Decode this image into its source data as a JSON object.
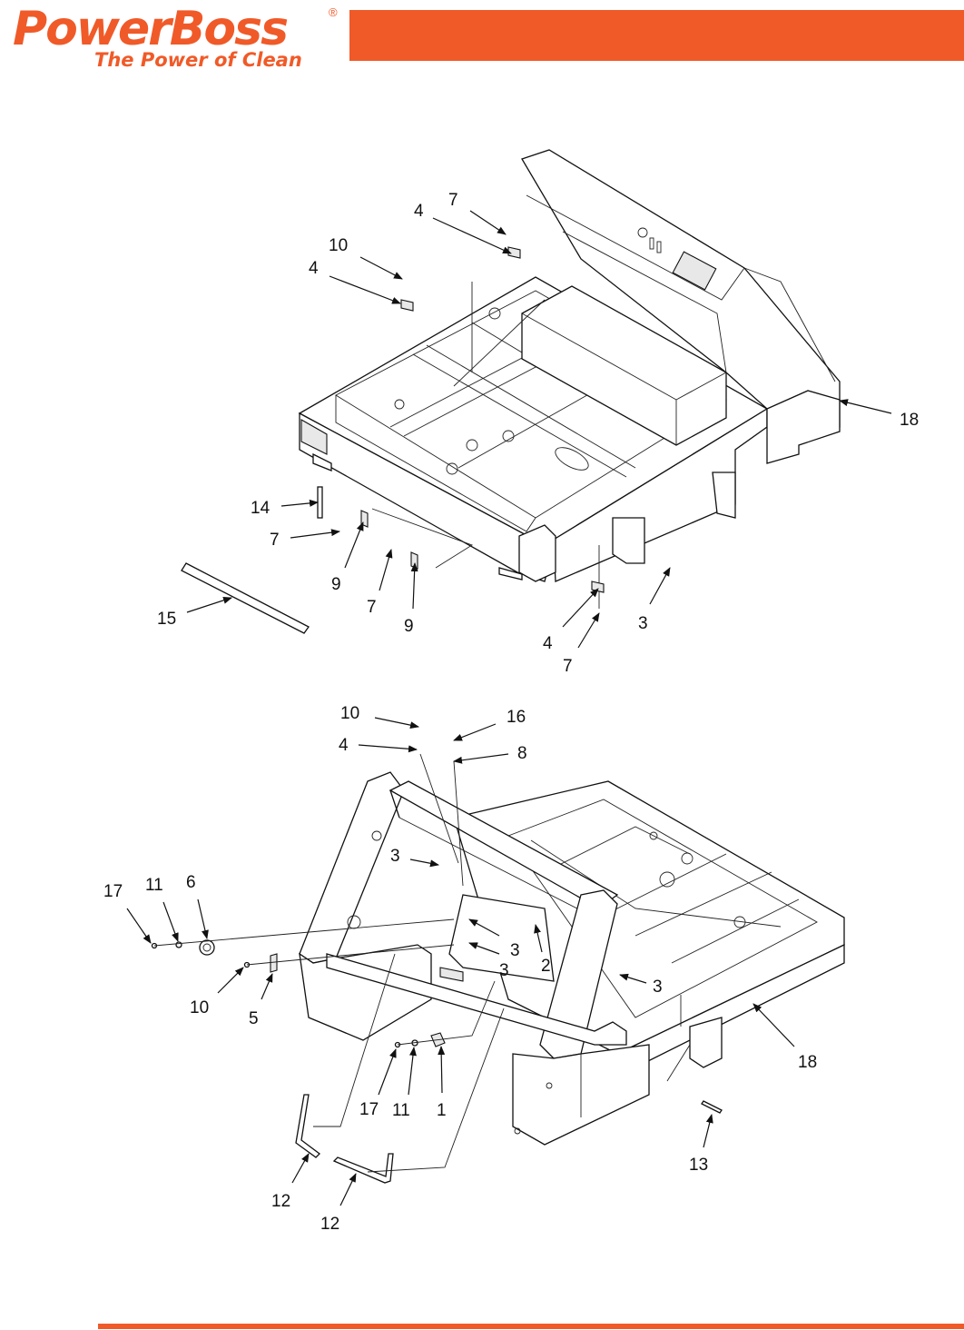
{
  "brand": {
    "name": "PowerBoss",
    "registered": "®",
    "tagline": "The Power of Clean",
    "accent_color": "#f05a28"
  },
  "upper_view": {
    "callouts": [
      "7",
      "4",
      "10",
      "4",
      "18",
      "14",
      "7",
      "9",
      "7",
      "9",
      "15",
      "4",
      "7",
      "3"
    ]
  },
  "lower_view": {
    "callouts": [
      "10",
      "16",
      "4",
      "8",
      "3",
      "17",
      "11",
      "6",
      "3",
      "3",
      "2",
      "3",
      "10",
      "5",
      "18",
      "17",
      "11",
      "1",
      "13",
      "12",
      "12"
    ]
  }
}
